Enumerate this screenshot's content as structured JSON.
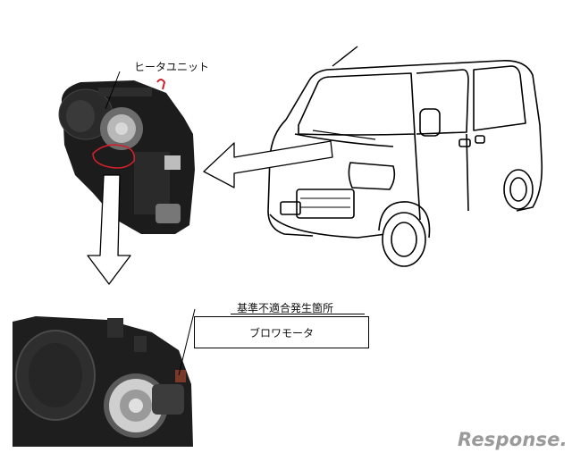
{
  "labels": {
    "heater_unit": "ヒータユニット",
    "defect_location_title": "基準不適合発生箇所",
    "defect_part": "ブロワモータ"
  },
  "watermark": {
    "text": "Response."
  },
  "colors": {
    "line": "#000000",
    "accent_red": "#d0202a",
    "unit_dark": "#1c1c1c",
    "watermark_gray": "#9a9a9a"
  },
  "icons": [
    "van-illustration",
    "heater-unit-photo",
    "blower-motor-closeup",
    "arrow-icon"
  ]
}
